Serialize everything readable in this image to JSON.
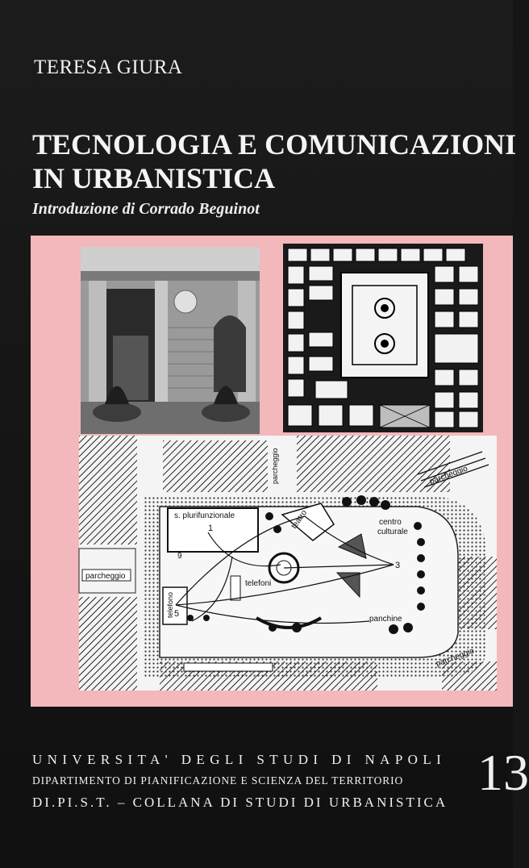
{
  "author": "TERESA GIURA",
  "title_line1": "TECNOLOGIA E COMUNICAZIONI",
  "title_line2": "IN URBANISTICA",
  "subtitle": "Introduzione di Corrado Beguinot",
  "publisher": {
    "university": "UNIVERSITA' DEGLI STUDI DI NAPOLI",
    "department": "Dipartimento di Pianificazione e Scienza del Territorio",
    "series": "DI.PI.S.T. – COLLANA DI STUDI DI URBANISTICA",
    "volume_number": "13"
  },
  "plan_labels": {
    "s_plurifunzionale": "s. plurifunzionale",
    "centro_culturale_1": "centro",
    "centro_culturale_2": "culturale",
    "telefoni": "telefoni",
    "teatro": "teatro",
    "parcheggio": "parcheggio",
    "panchine": "panchine",
    "telefono": "telefono",
    "n1": "1",
    "n3": "3",
    "n5": "5",
    "n9": "9"
  }
}
